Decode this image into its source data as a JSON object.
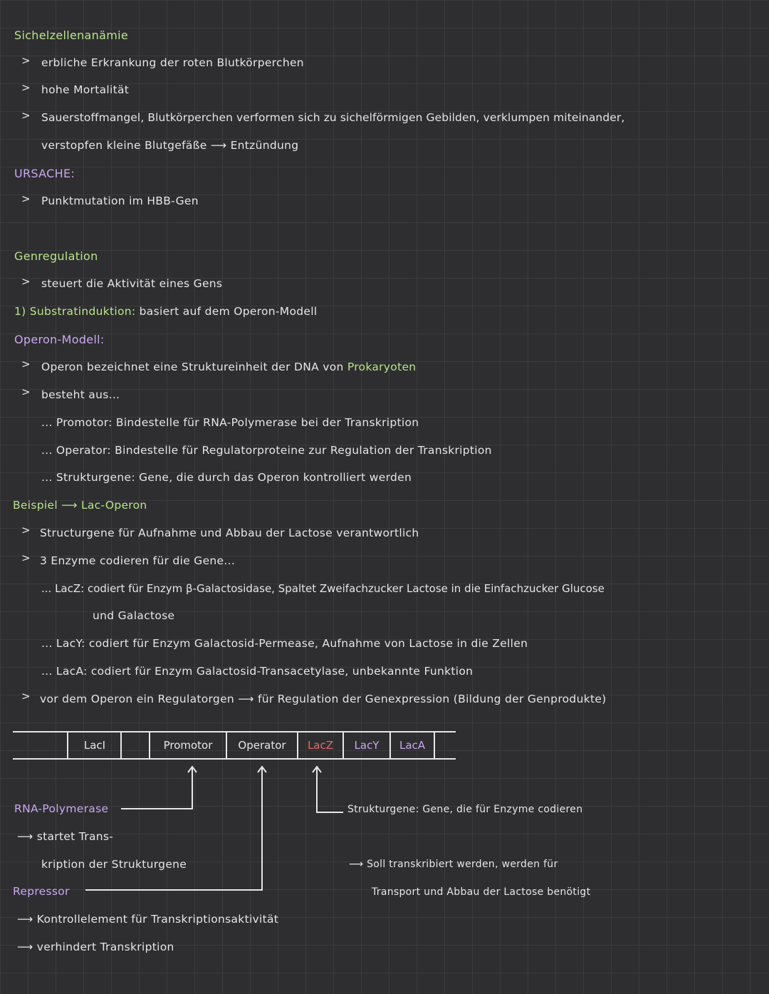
{
  "sichel": {
    "title": "Sichelzellenanämie",
    "b1": "erbliche Erkrankung der roten Blutkörperchen",
    "b2": "hohe Mortalität",
    "b3a": "Sauerstoffmangel, Blutkörperchen verformen sich zu sichelförmigen Gebilden, verklumpen miteinander,",
    "b3b": "verstopfen kleine Blutgefäße",
    "b3c": "Entzündung",
    "ursache_title": "URSACHE:",
    "ursache_b1": "Punktmutation im HBB-Gen"
  },
  "genreg": {
    "title": "Genregulation",
    "b1": "steuert die Aktivität eines Gens",
    "sub_label": "1) Substratinduktion:",
    "sub_text": "basiert auf dem Operon-Modell",
    "operon_title": "Operon-Modell:",
    "o1a": "Operon bezeichnet eine Struktureinheit der DNA von",
    "o1b": "Prokaryoten",
    "o2": "besteht aus...",
    "o3": "... Promotor: Bindestelle für RNA-Polymerase bei der Transkription",
    "o4": "... Operator: Bindestelle für Regulatorproteine zur Regulation der Transkription",
    "o5": "... Strukturgene: Gene, die durch das Operon kontrolliert werden",
    "bsp_a": "Beispiel",
    "bsp_b": "Lac-Operon",
    "l1": "Structurgene für Aufnahme und Abbau der Lactose verantwortlich",
    "l2": "3 Enzyme codieren für die Gene...",
    "l3a": "... LacZ: codiert für Enzym β-Galactosidase, Spaltet Zweifachzucker Lactose in die Einfachzucker Glucose",
    "l3b": "und Galactose",
    "l4": "... LacY: codiert für Enzym Galactosid-Permease, Aufnahme von Lactose in die Zellen",
    "l5": "... LacA: codiert für Enzym Galactosid-Transacetylase, unbekannte Funktion",
    "l6a": "vor dem Operon ein Regulatorgen",
    "l6b": "für Regulation der Genexpression (Bildung der Genprodukte)"
  },
  "diagram": {
    "laci": "LacI",
    "promotor": "Promotor",
    "operator": "Operator",
    "lacz": "LacZ",
    "lacy": "LacY",
    "laca": "LacA",
    "rna_title": "RNA-Polymerase",
    "rna_1": "startet Trans-",
    "rna_2": "kription der Strukturgene",
    "rep_title": "Repressor",
    "rep_1": "Kontrollelement für Transkriptionsaktivität",
    "rep_2": "verhindert Transkription",
    "struct_title": "Strukturgene: Gene, die für Enzyme codieren",
    "struct_1": "Soll transkribiert werden, werden für",
    "struct_2": "Transport und Abbau der Lactose benötigt"
  },
  "colors": {
    "heading_green": "#b9e48a",
    "heading_purple": "#c9a8f0",
    "text": "#e6e6e6",
    "lacz_red": "#e86a6a",
    "lac_purple": "#c9a8f0"
  }
}
